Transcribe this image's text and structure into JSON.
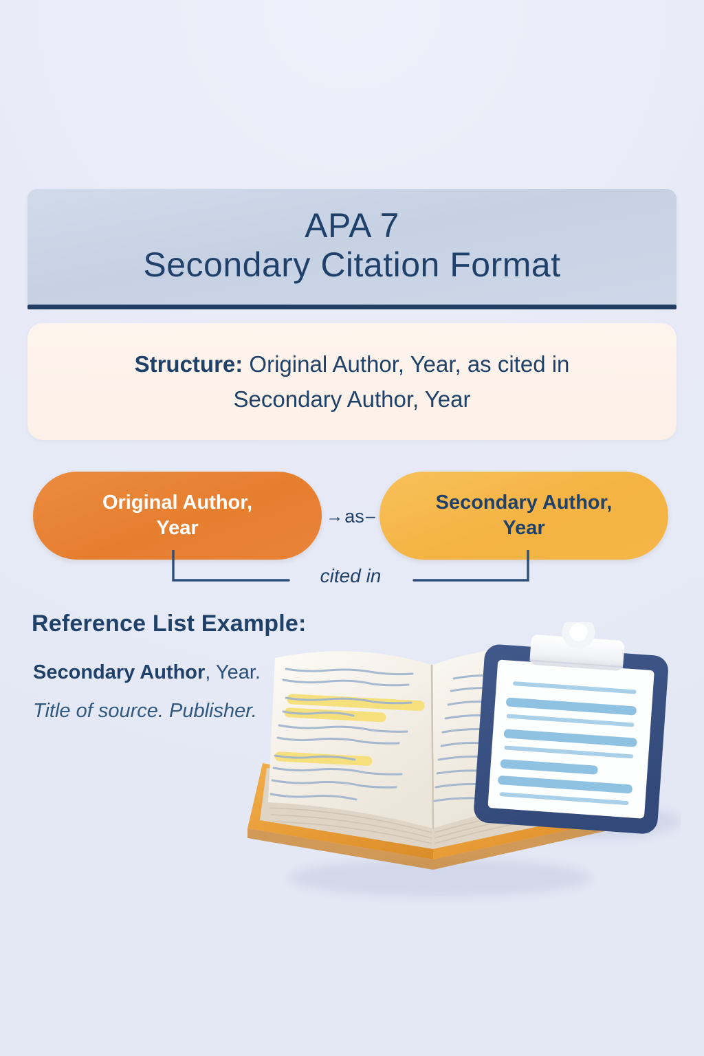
{
  "background_color": "#e9ecf7",
  "accent_colors": {
    "navy": "#1f4068",
    "header_bar": "#c9d5e6",
    "header_rule": "#223f63",
    "cream_card": "#fdf3ec",
    "pill_original": "#e8833a",
    "pill_secondary": "#f5b648",
    "book_cover": "#e8a33d",
    "clipboard_frame": "#3a5585",
    "highlight_yellow": "#f5df7a"
  },
  "header": {
    "title_line1": "APA 7",
    "title_line2": "Secondary Citation Format"
  },
  "structure": {
    "label": "Structure:",
    "line1_rest": " Original Author, Year, as cited in",
    "line2": "Secondary Author, Year"
  },
  "flow": {
    "pill_original": "Original Author,\nYear",
    "pill_original_line1": "Original Author,",
    "pill_original_line2": "Year",
    "pill_secondary": "Secondary Author,\nYear",
    "pill_secondary_line1": "Secondary Author,",
    "pill_secondary_line2": "Year",
    "connector_label": "as",
    "arrow_glyph": "→",
    "dash_glyph": "–",
    "bracket_label": "cited in"
  },
  "reference": {
    "heading": "Reference List Example:",
    "line1_bold": "Secondary Author",
    "line1_rest": ", Year.",
    "line2": "Title of source. Publisher."
  },
  "illustration": {
    "book_name": "open-book",
    "clipboard_name": "clipboard",
    "clipboard_line_count": 7,
    "book_highlight_count": 3
  }
}
